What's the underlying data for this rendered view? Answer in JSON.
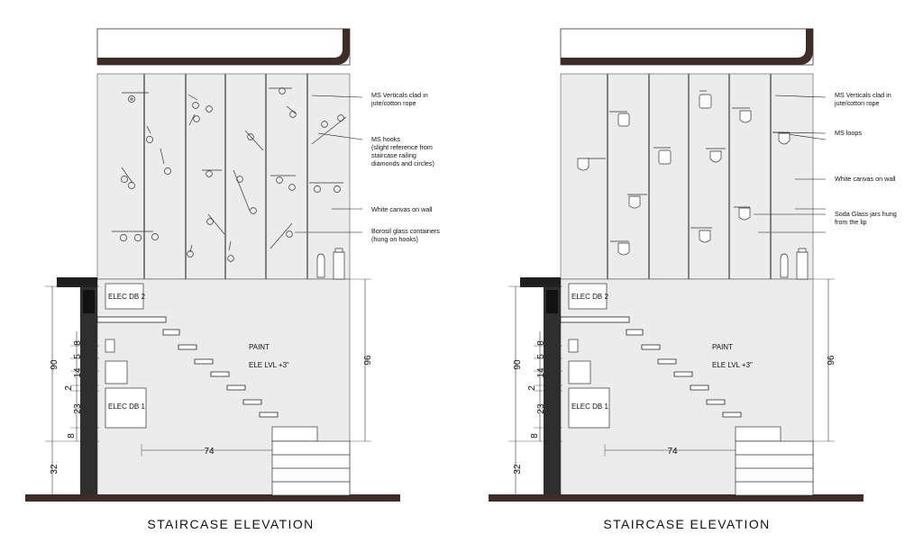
{
  "elevations": [
    {
      "title": "STAIRCASE ELEVATION",
      "callouts": [
        {
          "lines": [
            "MS Verticals clad in",
            "jute/cotton rope"
          ]
        },
        {
          "lines": [
            "MS hooks",
            "(slight reference from",
            "staircase railing",
            "diamonds and circles)"
          ]
        },
        {
          "lines": [
            "White canvas on wall"
          ]
        },
        {
          "lines": [
            "Borosil glass containers",
            "(hung on hooks)"
          ]
        }
      ],
      "boxes": {
        "db2": "ELEC DB 2",
        "db1": "ELEC DB 1"
      },
      "notes": {
        "paint": "PAINT",
        "level": "ELE LVL +3\""
      },
      "dims": {
        "left": [
          "8",
          "5",
          "14",
          "2",
          "23",
          "8"
        ],
        "total": "90",
        "base": "32",
        "right": "96",
        "width": "74"
      }
    },
    {
      "title": "STAIRCASE ELEVATION",
      "callouts": [
        {
          "lines": [
            "MS Verticals clad in",
            "jute/cotton rope"
          ]
        },
        {
          "lines": [
            "MS loops"
          ]
        },
        {
          "lines": [
            "White canvas on wall"
          ]
        },
        {
          "lines": [
            "Soda Glass jars hung",
            "from the lip"
          ]
        }
      ],
      "boxes": {
        "db2": "ELEC DB 2",
        "db1": "ELEC DB 1"
      },
      "notes": {
        "paint": "PAINT",
        "level": "ELE LVL +3\""
      },
      "dims": {
        "left": [
          "8",
          "5",
          "14",
          "2",
          "23",
          "8"
        ],
        "total": "90",
        "base": "32",
        "right": "96",
        "width": "74"
      }
    }
  ]
}
